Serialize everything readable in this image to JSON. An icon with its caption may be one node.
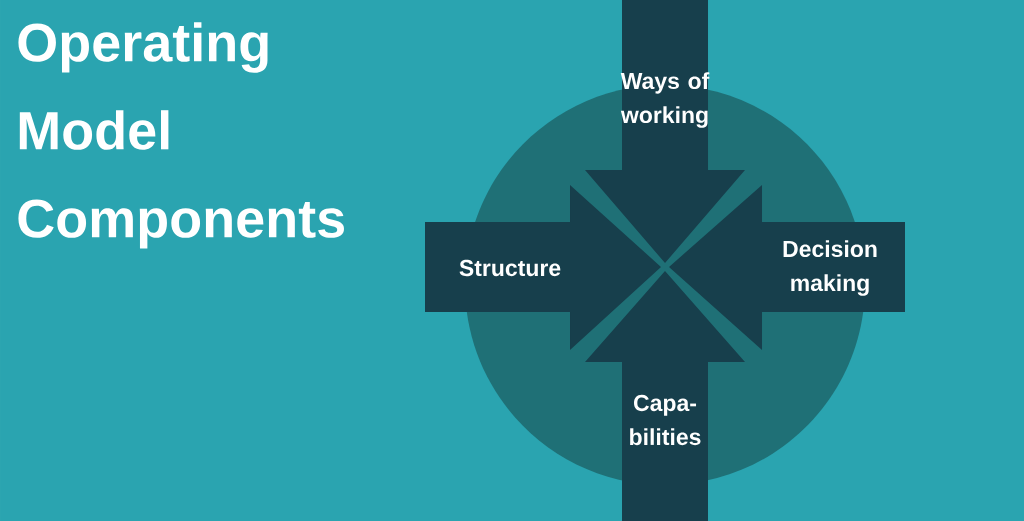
{
  "diagram": {
    "title": "Operating Model Components",
    "nodes": [
      {
        "text": [
          "Ways of working"
        ]
      },
      {
        "text": [
          "Structure"
        ]
      },
      {
        "text": [
          "Decision making"
        ]
      },
      {
        "text": [
          "Capa- bilities"
        ]
      }
    ]
  }
}
